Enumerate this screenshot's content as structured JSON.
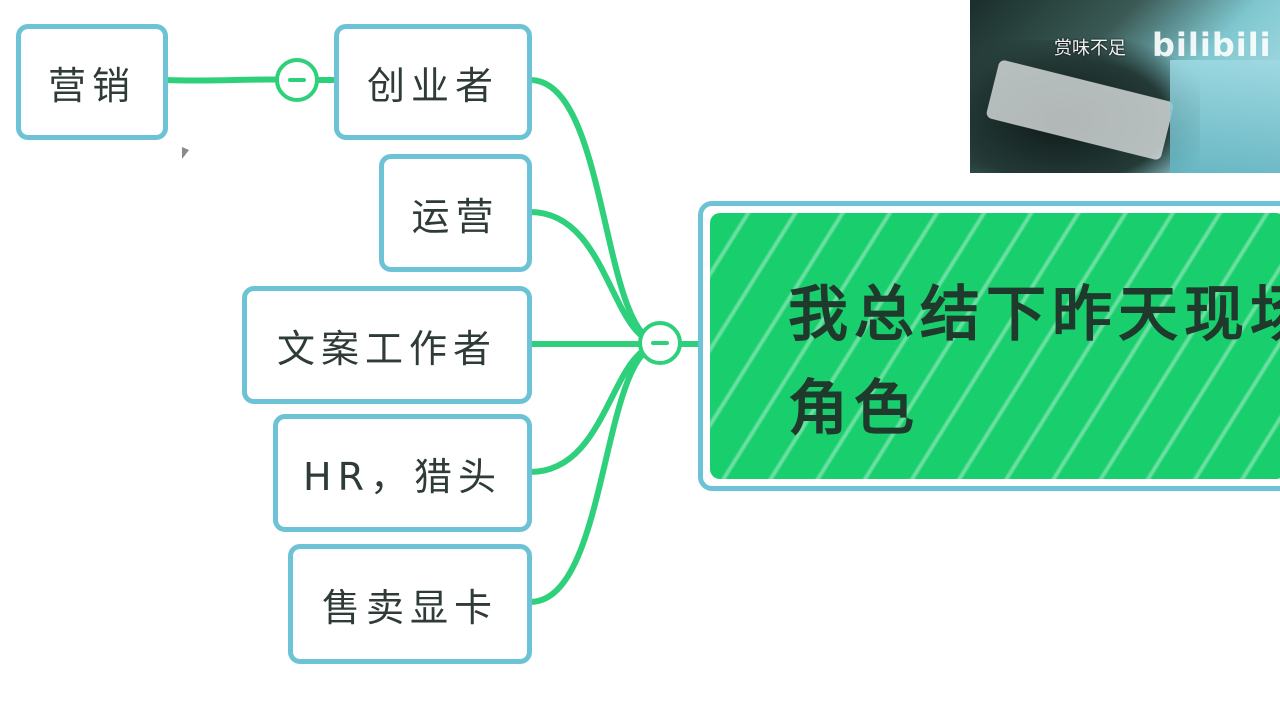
{
  "mindmap": {
    "root": {
      "label": "我总结下昨天现场角色"
    },
    "nodes": [
      {
        "id": "marketing",
        "label": "营销"
      },
      {
        "id": "founder",
        "label": "创业者"
      },
      {
        "id": "operations",
        "label": "运营"
      },
      {
        "id": "copywriter",
        "label": "文案工作者"
      },
      {
        "id": "hr",
        "label": "HR，猎头"
      },
      {
        "id": "gpu-seller",
        "label": "售卖显卡"
      }
    ]
  },
  "video_overlay": {
    "caption": "赏味不足",
    "logo": "bilibili"
  },
  "colors": {
    "node_border": "#6cc3d5",
    "link": "#2fd07c",
    "root_fill": "#19cf6d",
    "text": "#2e3b36"
  }
}
